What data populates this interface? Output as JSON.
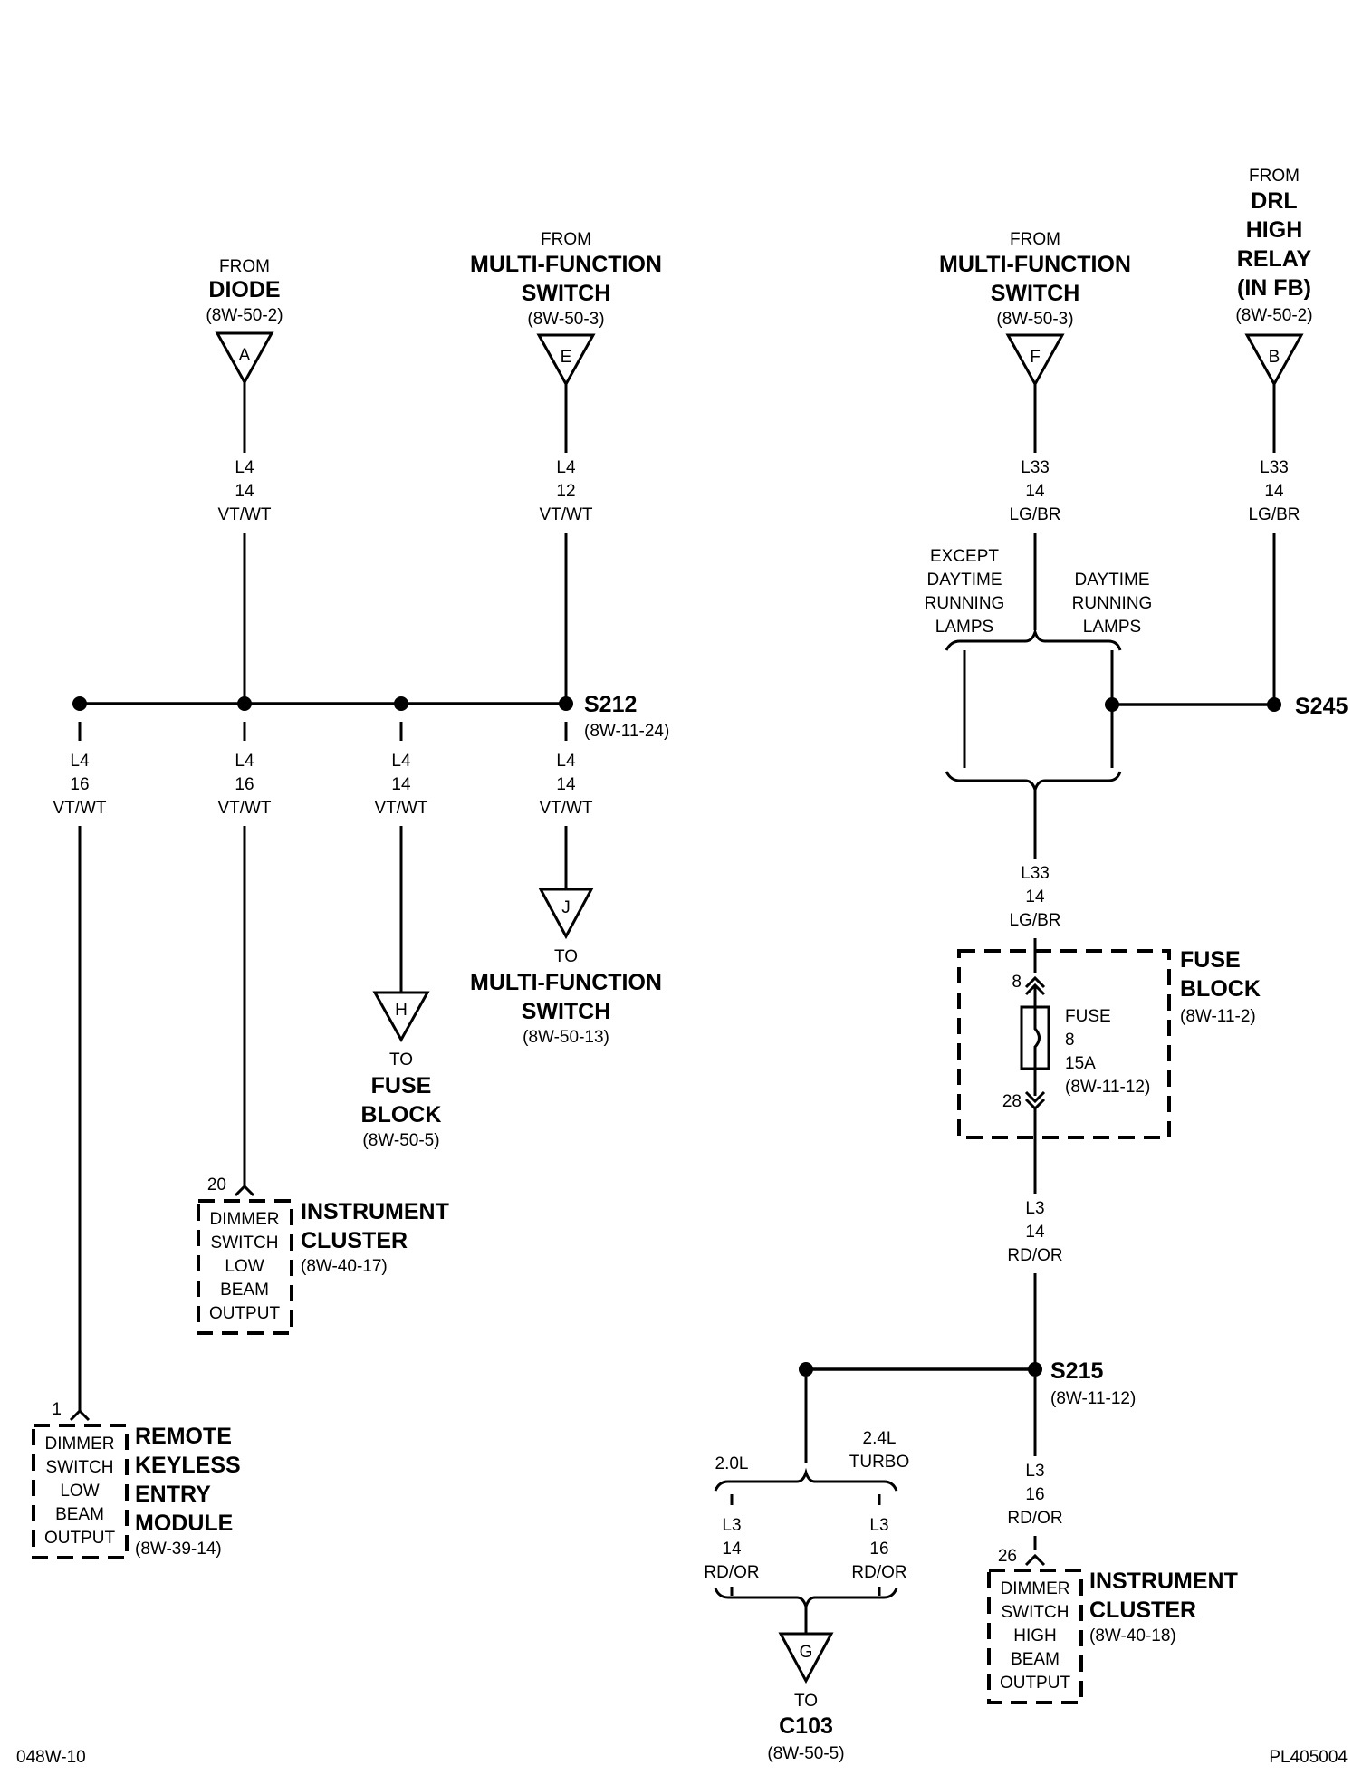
{
  "footer": {
    "left": "048W-10",
    "right": "PL405004"
  },
  "connectors_from": [
    {
      "id": "diode",
      "prefix": "FROM",
      "name": [
        "DIODE"
      ],
      "ref": "(8W-50-2)",
      "letter": "A"
    },
    {
      "id": "mfs-e",
      "prefix": "FROM",
      "name": [
        "MULTI-FUNCTION",
        "SWITCH"
      ],
      "ref": "(8W-50-3)",
      "letter": "E"
    },
    {
      "id": "mfs-f",
      "prefix": "FROM",
      "name": [
        "MULTI-FUNCTION",
        "SWITCH"
      ],
      "ref": "(8W-50-3)",
      "letter": "F"
    },
    {
      "id": "drl",
      "prefix": "FROM",
      "name": [
        "DRL",
        "HIGH",
        "RELAY",
        "(IN FB)"
      ],
      "ref": "(8W-50-2)",
      "letter": "B"
    }
  ],
  "connectors_to": [
    {
      "id": "fuse-block-h",
      "prefix": "TO",
      "name": [
        "FUSE",
        "BLOCK"
      ],
      "ref": "(8W-50-5)",
      "letter": "H"
    },
    {
      "id": "mfs-j",
      "prefix": "TO",
      "name": [
        "MULTI-FUNCTION",
        "SWITCH"
      ],
      "ref": "(8W-50-13)",
      "letter": "J"
    },
    {
      "id": "c103-g",
      "prefix": "TO",
      "name": [
        "C103"
      ],
      "ref": "(8W-50-5)",
      "letter": "G"
    }
  ],
  "wires": [
    {
      "id": "w-diode",
      "lines": [
        "L4",
        "14",
        "VT/WT"
      ]
    },
    {
      "id": "w-mfs-e",
      "lines": [
        "L4",
        "12",
        "VT/WT"
      ]
    },
    {
      "id": "w-mfs-f",
      "lines": [
        "L33",
        "14",
        "LG/BR"
      ]
    },
    {
      "id": "w-drl",
      "lines": [
        "L33",
        "14",
        "LG/BR"
      ]
    },
    {
      "id": "w-rke",
      "lines": [
        "L4",
        "16",
        "VT/WT"
      ]
    },
    {
      "id": "w-ic-low",
      "lines": [
        "L4",
        "16",
        "VT/WT"
      ]
    },
    {
      "id": "w-fb-h",
      "lines": [
        "L4",
        "14",
        "VT/WT"
      ]
    },
    {
      "id": "w-mfs-j",
      "lines": [
        "L4",
        "14",
        "VT/WT"
      ]
    },
    {
      "id": "w-fuse-in",
      "lines": [
        "L33",
        "14",
        "LG/BR"
      ]
    },
    {
      "id": "w-fuse-out",
      "lines": [
        "L3",
        "14",
        "RD/OR"
      ]
    },
    {
      "id": "w-20l",
      "lines": [
        "L3",
        "14",
        "RD/OR"
      ]
    },
    {
      "id": "w-24l",
      "lines": [
        "L3",
        "16",
        "RD/OR"
      ]
    },
    {
      "id": "w-ic-high",
      "lines": [
        "L3",
        "16",
        "RD/OR"
      ]
    }
  ],
  "splices": [
    {
      "id": "s212",
      "name": "S212",
      "ref": "(8W-11-24)"
    },
    {
      "id": "s245",
      "name": "S245",
      "ref": ""
    },
    {
      "id": "s215",
      "name": "S215",
      "ref": "(8W-11-12)"
    }
  ],
  "options": {
    "except_drl": [
      "EXCEPT",
      "DAYTIME",
      "RUNNING",
      "LAMPS"
    ],
    "drl": [
      "DAYTIME",
      "RUNNING",
      "LAMPS"
    ],
    "engine_20": "2.0L",
    "engine_24": [
      "2.4L",
      "TURBO"
    ]
  },
  "fuse_block": {
    "title": [
      "FUSE",
      "BLOCK"
    ],
    "ref": "(8W-11-2)",
    "pin_in": "8",
    "pin_out": "28",
    "fuse_lines": [
      "FUSE",
      "8",
      "15A",
      "(8W-11-12)"
    ]
  },
  "modules": [
    {
      "id": "rke",
      "pin": "1",
      "box": [
        "DIMMER",
        "SWITCH",
        "LOW",
        "BEAM",
        "OUTPUT"
      ],
      "name": [
        "REMOTE",
        "KEYLESS",
        "ENTRY",
        "MODULE"
      ],
      "ref": "(8W-39-14)"
    },
    {
      "id": "ic-low",
      "pin": "20",
      "box": [
        "DIMMER",
        "SWITCH",
        "LOW",
        "BEAM",
        "OUTPUT"
      ],
      "name": [
        "INSTRUMENT",
        "CLUSTER"
      ],
      "ref": "(8W-40-17)"
    },
    {
      "id": "ic-high",
      "pin": "26",
      "box": [
        "DIMMER",
        "SWITCH",
        "HIGH",
        "BEAM",
        "OUTPUT"
      ],
      "name": [
        "INSTRUMENT",
        "CLUSTER"
      ],
      "ref": "(8W-40-18)"
    }
  ]
}
